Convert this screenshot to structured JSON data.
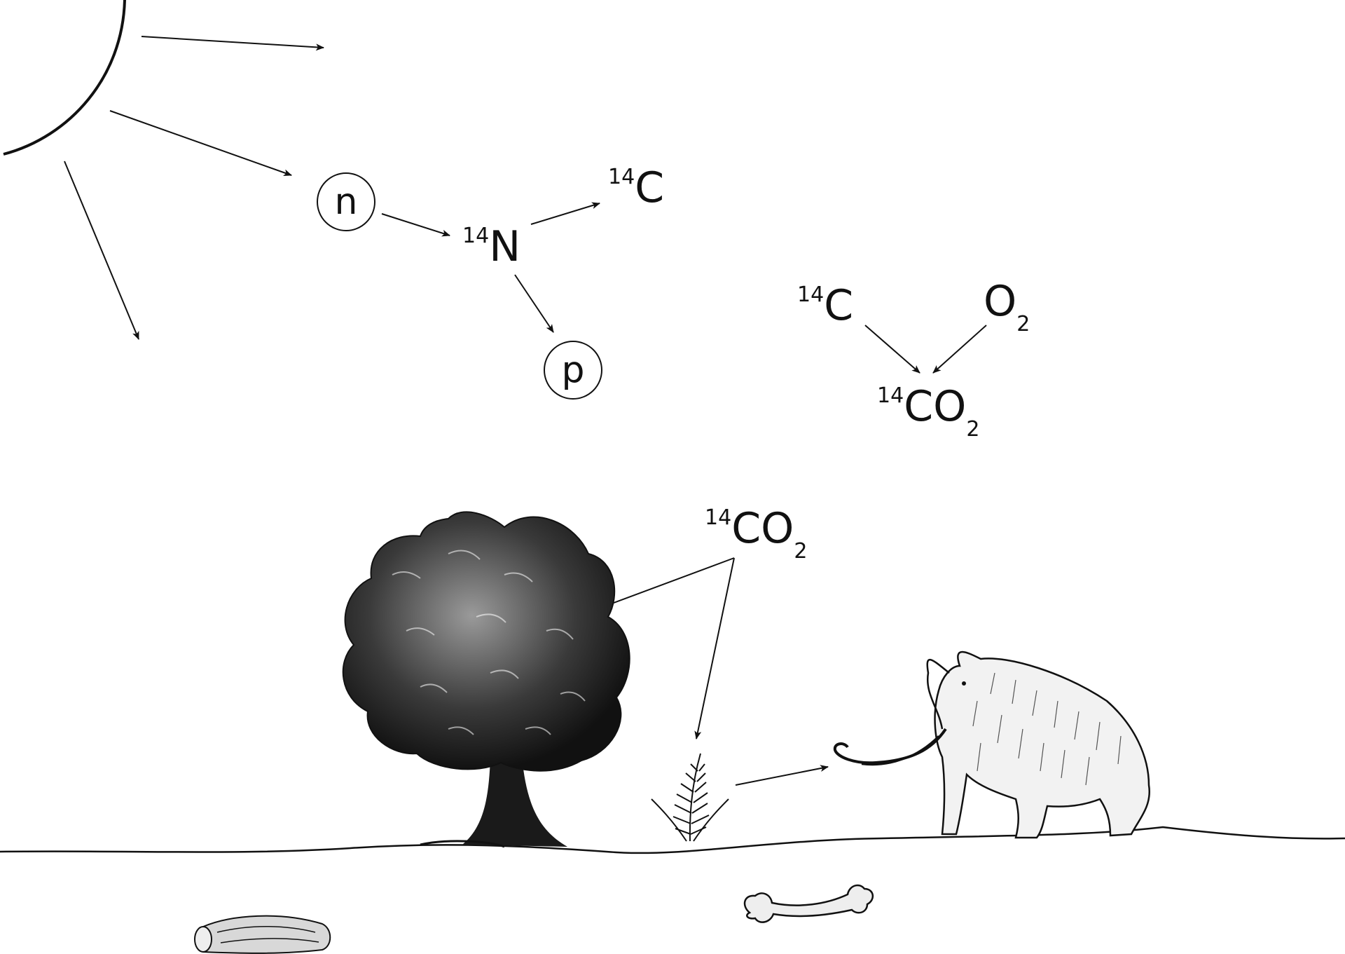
{
  "particles": {
    "neutron": "n",
    "proton": "p"
  },
  "labels": {
    "carbon14_top": {
      "mass": "14",
      "symbol": "C"
    },
    "nitrogen14": {
      "mass": "14",
      "symbol": "N"
    },
    "carbon14_reaction": {
      "mass": "14",
      "symbol": "C"
    },
    "oxygen": {
      "symbol": "O",
      "count": "2"
    },
    "co2_product": {
      "mass": "14",
      "symbol": "CO",
      "count": "2"
    },
    "co2_ground": {
      "mass": "14",
      "symbol": "CO",
      "count": "2"
    }
  },
  "illustrations": [
    "sun-icon",
    "tree-icon",
    "fern-icon",
    "mammoth-icon",
    "log-icon",
    "bone-icon"
  ],
  "colors": {
    "ink": "#111111",
    "background": "#ffffff"
  }
}
